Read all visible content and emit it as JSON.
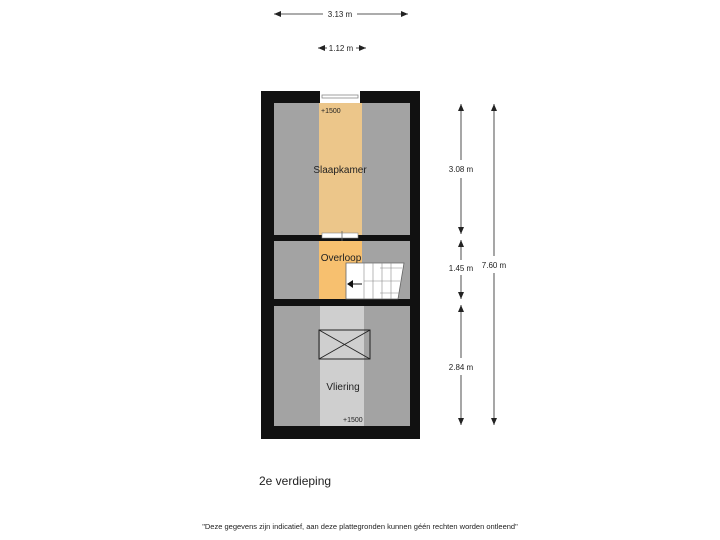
{
  "dimensions": {
    "total_width": "3.13 m",
    "window_width": "1.12 m",
    "slaapkamer_depth": "3.08 m",
    "overloop_depth": "1.45 m",
    "vliering_depth": "2.84 m",
    "total_depth": "7.60 m"
  },
  "rooms": {
    "slaapkamer": "Slaapkamer",
    "overloop": "Overloop",
    "vliering": "Vliering"
  },
  "heights": {
    "top_marker": "+1500",
    "bottom_marker": "+1500"
  },
  "floor_name": "2e verdieping",
  "disclaimer": "\"Deze gegevens zijn indicatief, aan deze plattegronden kunnen géén rechten worden ontleend\"",
  "colors": {
    "wall": "#111111",
    "sloped_ceiling": "#a3a3a3",
    "slaapkamer_center": "#ecc68a",
    "overloop_center": "#f7c06f",
    "vliering_center": "#cfcfcf",
    "dimension_line": "#222222"
  }
}
